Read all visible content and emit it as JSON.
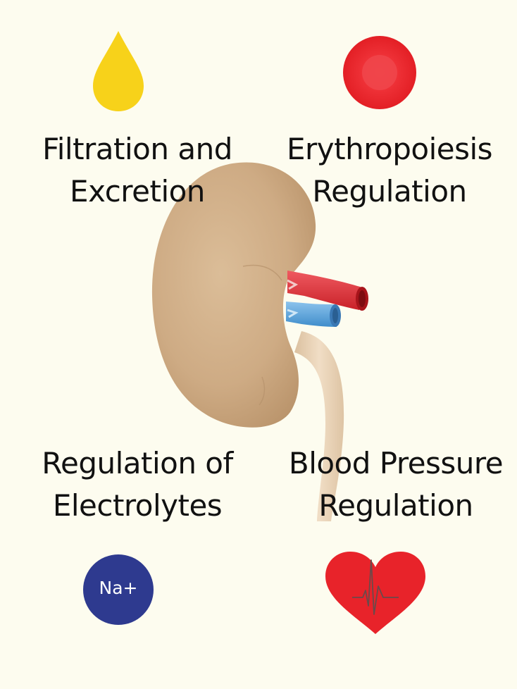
{
  "functions": {
    "filtration": {
      "line1": "Filtration and",
      "line2": "Excretion",
      "icon": "water-drop-icon"
    },
    "erythropoiesis": {
      "line1": "Erythropoiesis",
      "line2": "Regulation",
      "icon": "red-blood-cell-icon"
    },
    "electrolytes": {
      "line1": "Regulation of",
      "line2": "Electrolytes",
      "icon": "sodium-ion-icon",
      "icon_text": "Na+"
    },
    "blood_pressure": {
      "line1": "Blood Pressure",
      "line2": "Regulation",
      "icon": "heart-ecg-icon"
    }
  },
  "colors": {
    "background": "#fdfcef",
    "drop": "#f7d21a",
    "blood_cell": "#e8262c",
    "sodium": "#2e3a8f",
    "heart": "#e8232a",
    "kidney": "#d2b08a",
    "artery": "#e8333c",
    "vein": "#5aa6db"
  }
}
